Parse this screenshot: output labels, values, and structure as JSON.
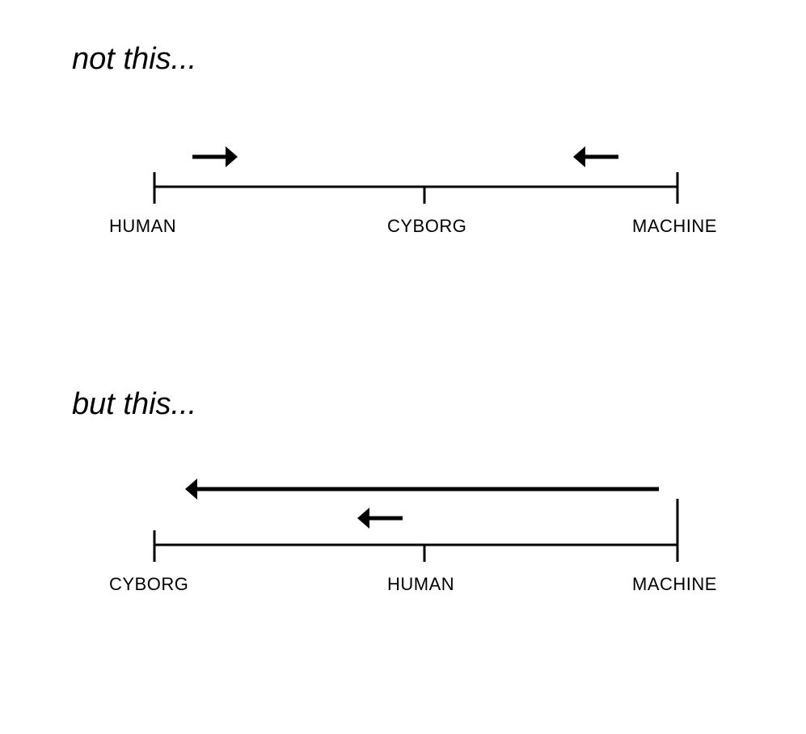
{
  "top_panel": {
    "heading": "not this...",
    "labels": {
      "left": "HUMAN",
      "middle": "CYBORG",
      "right": "MACHINE"
    }
  },
  "bottom_panel": {
    "heading": "but this...",
    "labels": {
      "left": "CYBORG",
      "middle": "HUMAN",
      "right": "MACHINE"
    }
  },
  "colors": {
    "ink": "#000000",
    "background": "#ffffff"
  }
}
